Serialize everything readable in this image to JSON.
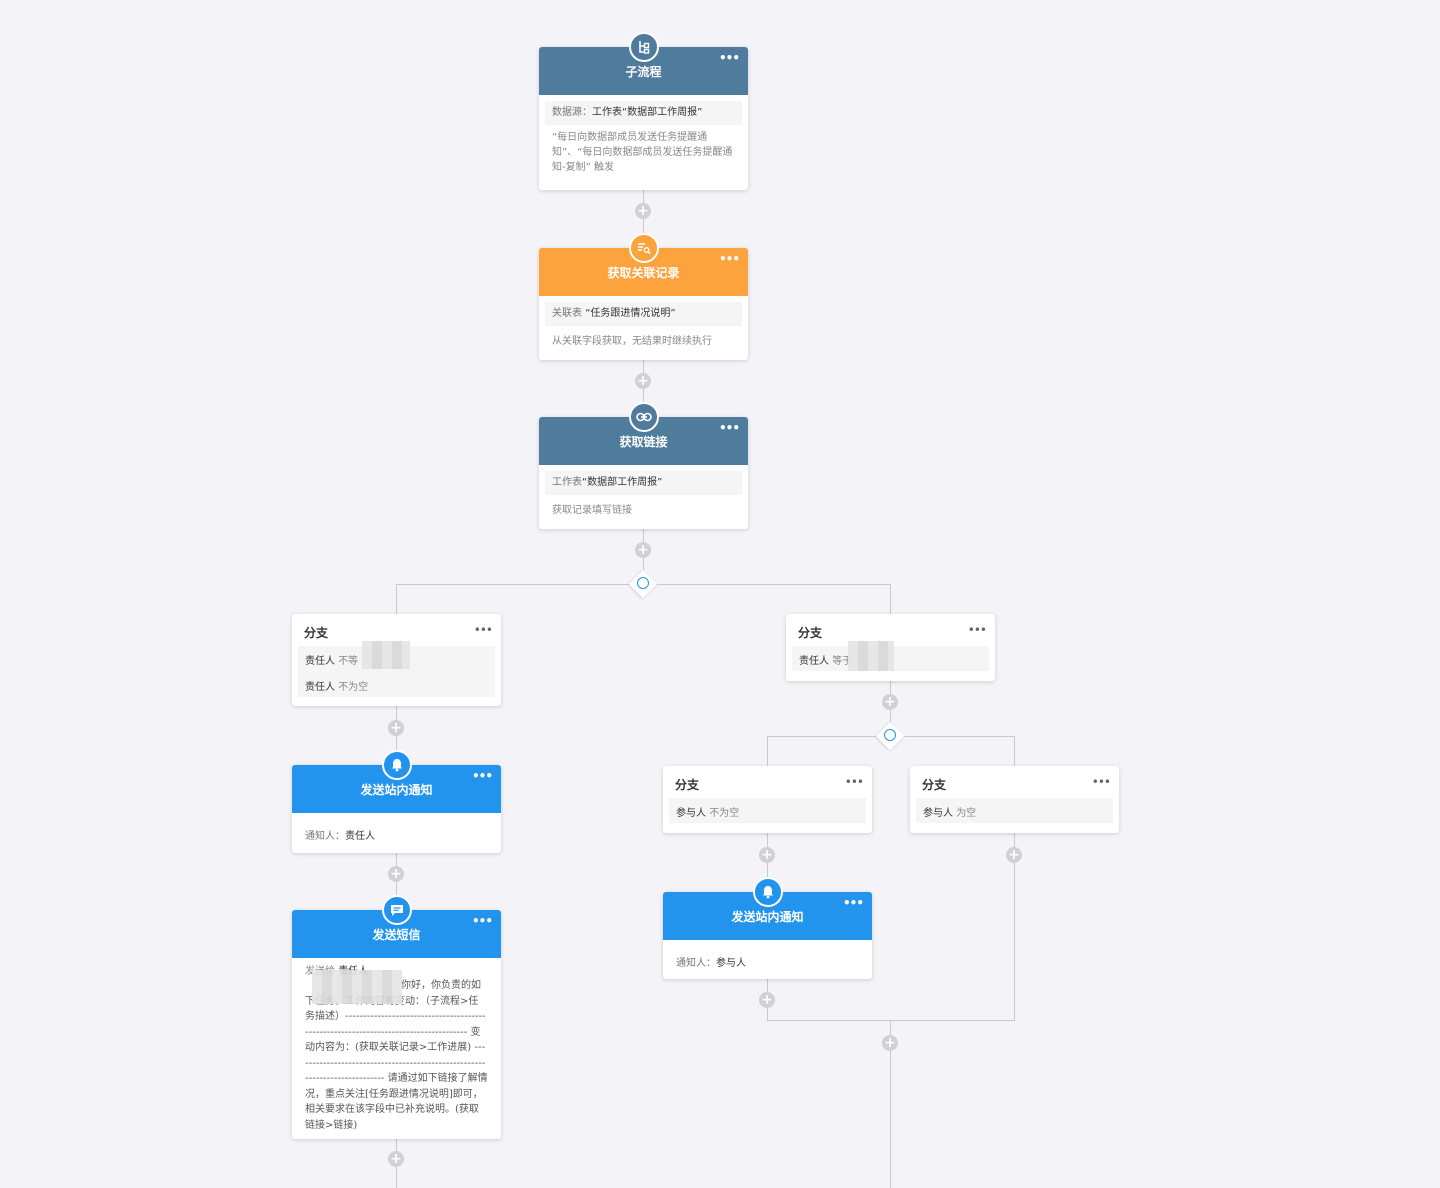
{
  "nodes": {
    "subflow": {
      "title": "子流程",
      "source_label": "数据源：",
      "source_value": "工作表“数据部工作周报”",
      "desc": "“每日向数据部成员发送任务提醒通知”、“每日向数据部成员发送任务提醒通知-复制” 触发"
    },
    "get_related": {
      "title": "获取关联记录",
      "table_label": "关联表",
      "table_value": "“任务跟进情况说明”",
      "desc": "从关联字段获取，无结果时继续执行"
    },
    "get_link": {
      "title": "获取链接",
      "table_label": "工作表",
      "table_value": "“数据部工作周报”",
      "desc": "获取记录填写链接"
    },
    "branch_left": {
      "title": "分支",
      "cond1_field": "责任人",
      "cond1_op": "不等",
      "cond2_field": "责任人",
      "cond2_op": "不为空"
    },
    "branch_right": {
      "title": "分支",
      "cond1_field": "责任人",
      "cond1_op": "等于"
    },
    "notify_left": {
      "title": "发送站内通知",
      "label": "通知人：",
      "value": "责任人"
    },
    "sms": {
      "title": "发送短信",
      "to_label": "发送给",
      "to_value": "责任人",
      "content": "你好，你负责的如下任务，工作内容有变动：（子流程>任务描述）------------------------------------------------------------------------------------ 变动内容为：(获取关联记录>工作进展) --------------------------------------------------------------------------- 请通过如下链接了解情况，重点关注[任务跟进情况说明]即可，相关要求在该字段中已补充说明。(获取链接>链接)"
    },
    "sub_branch_a": {
      "title": "分支",
      "cond_field": "参与人",
      "cond_op": "不为空"
    },
    "sub_branch_b": {
      "title": "分支",
      "cond_field": "参与人",
      "cond_op": "为空"
    },
    "notify_right": {
      "title": "发送站内通知",
      "label": "通知人：",
      "value": "参与人"
    }
  },
  "ui": {
    "more_icon": "more-horizontal-icon",
    "plus_icon": "+",
    "colors": {
      "steel": "#4f7b9c",
      "orange": "#fca33e",
      "blue": "#2394ee",
      "canvas": "#f4f4f8"
    }
  }
}
